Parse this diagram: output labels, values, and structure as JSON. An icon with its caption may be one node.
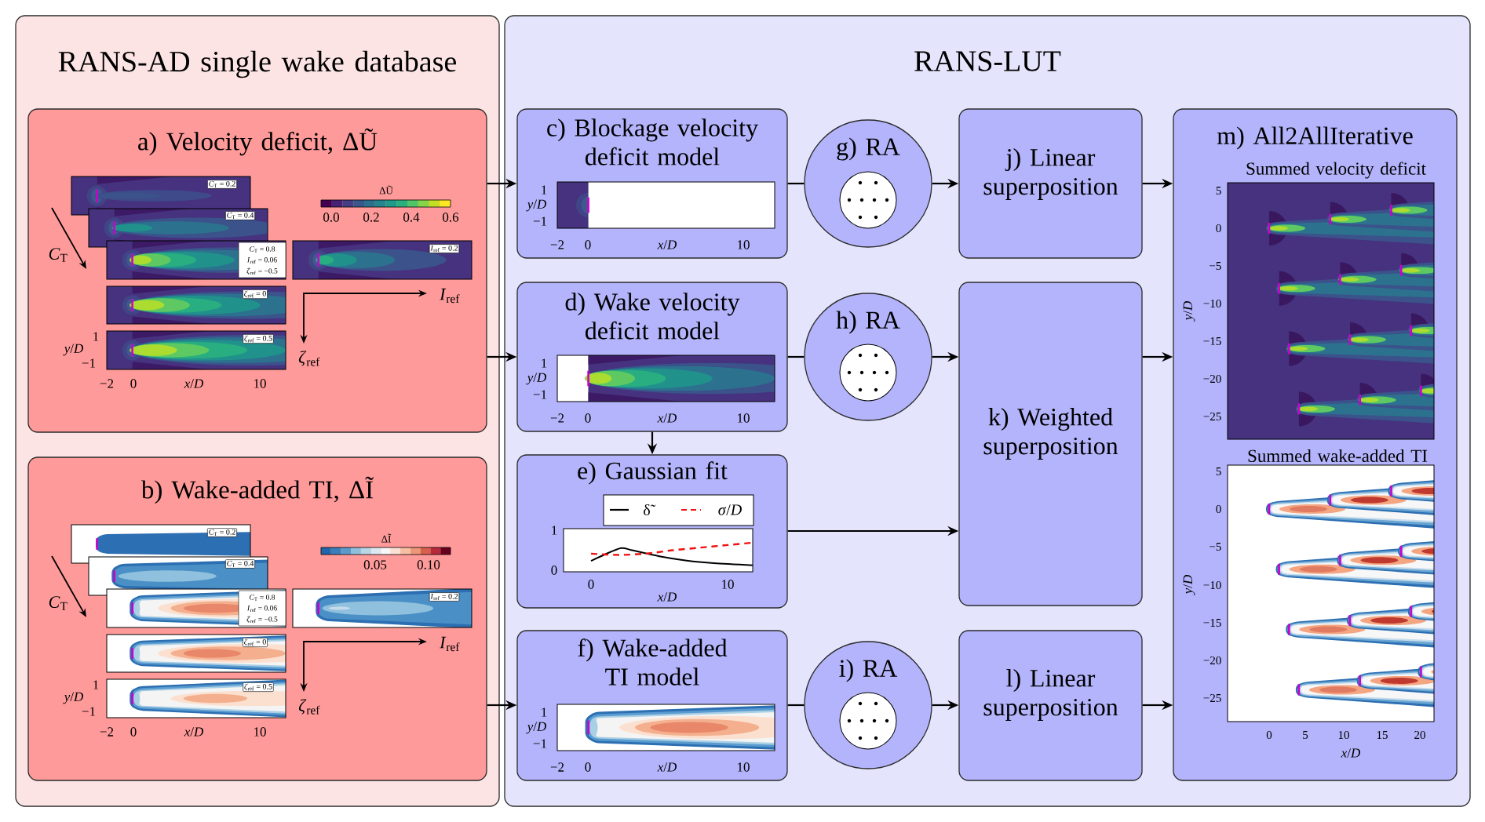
{
  "diagram": {
    "nodes": [
      {
        "text": [
          "RANS-AD single wake database"
        ]
      },
      {
        "text": [
          "a) Velocity deficit, ΔŨ"
        ],
        "in": 0
      },
      {
        "text": [
          "b) Wake-added TI, ΔĨ"
        ],
        "in": 0
      },
      {
        "text": [
          "RANS-LUT"
        ]
      },
      {
        "text": [
          "c) Blockage velocity deficit model"
        ],
        "in": 3
      },
      {
        "text": [
          "d) Wake velocity deficit model"
        ],
        "in": 3
      },
      {
        "text": [
          "e) Gaussian fit"
        ],
        "in": 3
      },
      {
        "text": [
          "f) Wake-added TI model"
        ],
        "in": 3
      },
      {
        "text": [
          "g) RA"
        ],
        "in": 3
      },
      {
        "text": [
          "h) RA"
        ],
        "in": 3
      },
      {
        "text": [
          "i) RA"
        ],
        "in": 3
      },
      {
        "text": [
          "j) Linear superposition"
        ],
        "in": 3
      },
      {
        "text": [
          "k) Weighted superposition"
        ],
        "in": 3
      },
      {
        "text": [
          "l) Linear superposition"
        ],
        "in": 3
      },
      {
        "text": [
          "m) All2AllIterative",
          "Summed velocity deficit",
          "Summed wake-added TI"
        ],
        "in": 3
      }
    ],
    "edges": [
      {
        "from": 1,
        "to": 4,
        "arrow": "to"
      },
      {
        "from": 1,
        "to": 5,
        "arrow": "to"
      },
      {
        "from": 2,
        "to": 7,
        "arrow": "to"
      },
      {
        "from": 4,
        "to": 8,
        "arrow": "none"
      },
      {
        "from": 8,
        "to": 11,
        "arrow": "to"
      },
      {
        "from": 11,
        "to": 14,
        "arrow": "to"
      },
      {
        "from": 5,
        "to": 9,
        "arrow": "none"
      },
      {
        "from": 9,
        "to": 12,
        "arrow": "to"
      },
      {
        "from": 12,
        "to": 14,
        "arrow": "to"
      },
      {
        "from": 5,
        "to": 6,
        "arrow": "to"
      },
      {
        "from": 6,
        "to": 12,
        "arrow": "to"
      },
      {
        "from": 7,
        "to": 10,
        "arrow": "none"
      },
      {
        "from": 10,
        "to": 13,
        "arrow": "to"
      },
      {
        "from": 13,
        "to": 14,
        "arrow": "to"
      }
    ],
    "labels": [
      "*C*$_{T}$ = 0.2",
      "ΔŨ",
      "*C*$_{T}$ = 0.4",
      "0.0",
      "0.2",
      "0.4",
      "0.6",
      "*C*$_{T}$ = 0.8",
      "*I*$_{ref}$ = 0.2",
      "*I*$_{ref}$ = 0.06",
      "*ζ*$_{ref}$ = −0.5",
      "*C*$_{T}$",
      "*ζ*$_{ref}$ = 0",
      "*I*$_{ref}$",
      "1",
      "*ζ*$_{ref}$ = 0.5",
      "*y*/*D*",
      "*ζ*$_{ref}$",
      "−1",
      "−2",
      "0",
      "*x*/*D*",
      "10",
      "*C*$_{T}$ = 0.2",
      "ΔĨ",
      "*C*$_{T}$ = 0.4",
      "0.05",
      "0.10",
      "*C*$_{T}$ = 0.8",
      "*I*$_{ref}$ = 0.2",
      "*I*$_{ref}$ = 0.06",
      "*ζ*$_{ref}$ = −0.5",
      "*C*$_{T}$",
      "*ζ*$_{ref}$ = 0",
      "*I*$_{ref}$",
      "1",
      "*ζ*$_{ref}$ = 0.5",
      "*y*/*D*",
      "*ζ*$_{ref}$",
      "−1",
      "−2",
      "0",
      "*x*/*D*",
      "10",
      "1",
      "*y*/*D*",
      "−1",
      "−2",
      "0",
      "*x*/*D*",
      "10",
      "1",
      "*y*/*D*",
      "−1",
      "−2",
      "0",
      "*x*/*D*",
      "10",
      "1",
      "0",
      "0",
      "10",
      "*x*/*D*",
      "1",
      "*y*/*D*",
      "−1",
      "−2",
      "0",
      "*x*/*D*",
      "10",
      "5",
      "0",
      "−5",
      "−10",
      "−15",
      "−20",
      "−25",
      "*y*/*D*",
      "5",
      "0",
      "−5",
      "−10",
      "−15",
      "−20",
      "−25",
      "*y*/*D*",
      "0",
      "5",
      "10",
      "15",
      "20",
      "*x*/*D*"
    ],
    "legend": [
      {
        "text": "δ̃"
      },
      {
        "text": "*σ*/*D*"
      }
    ]
  }
}
